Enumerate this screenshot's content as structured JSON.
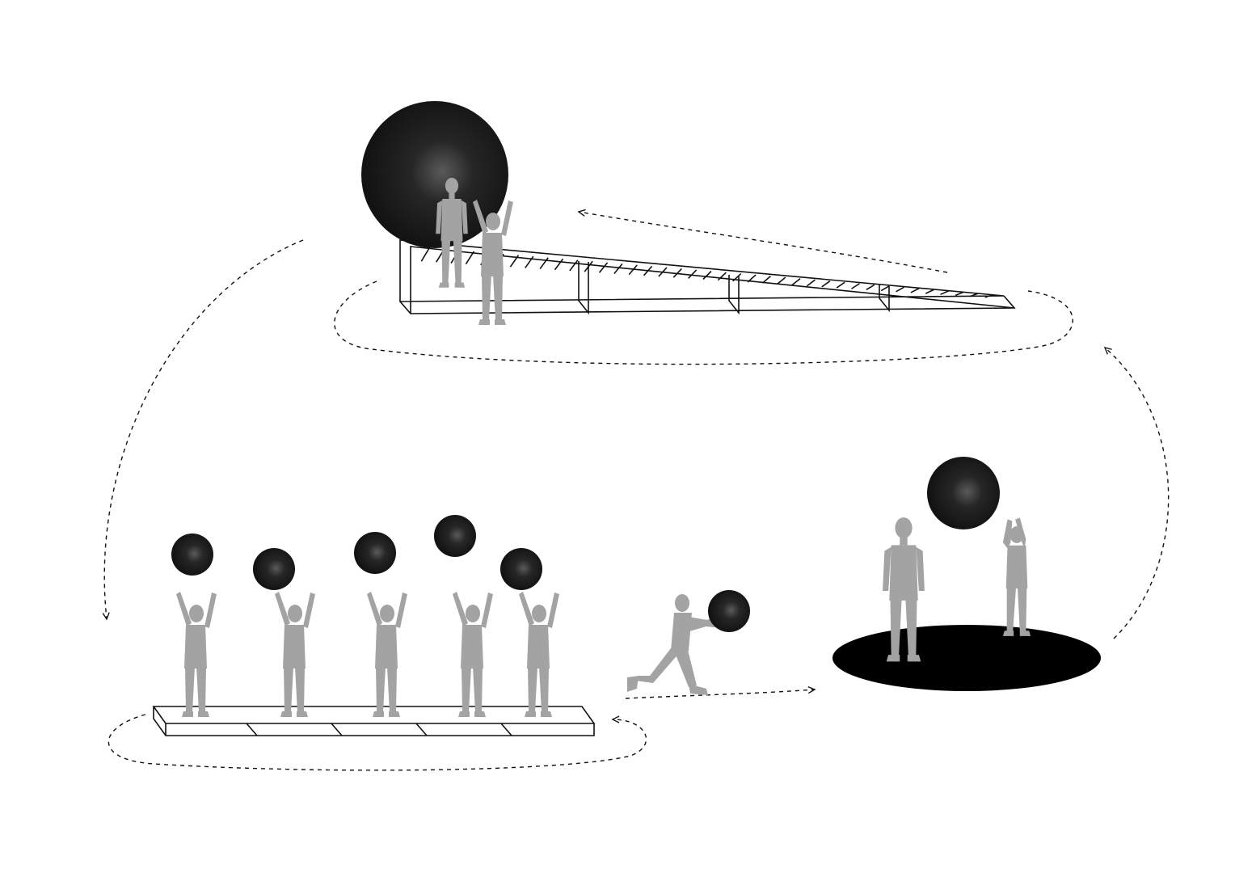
{
  "colors": {
    "background": "#ffffff",
    "line": "#111111",
    "figure": "#a3a3a3",
    "ball_dark": "#141414",
    "ball_highlight": "#5a5a5a",
    "floor_disc": "#000000"
  },
  "scenes": [
    {
      "name": "ramp-scene",
      "structure": "inclined-ramp",
      "balls": 1,
      "figures": 2
    },
    {
      "name": "beam-scene",
      "structure": "long-low-beam",
      "balls": 5,
      "figures": 5
    },
    {
      "name": "lunge-pass",
      "structure": "none",
      "balls": 1,
      "figures": 1
    },
    {
      "name": "disc-scene",
      "structure": "black-floor-disc",
      "balls": 1,
      "figures": 2
    }
  ],
  "flow_arrows": 6
}
